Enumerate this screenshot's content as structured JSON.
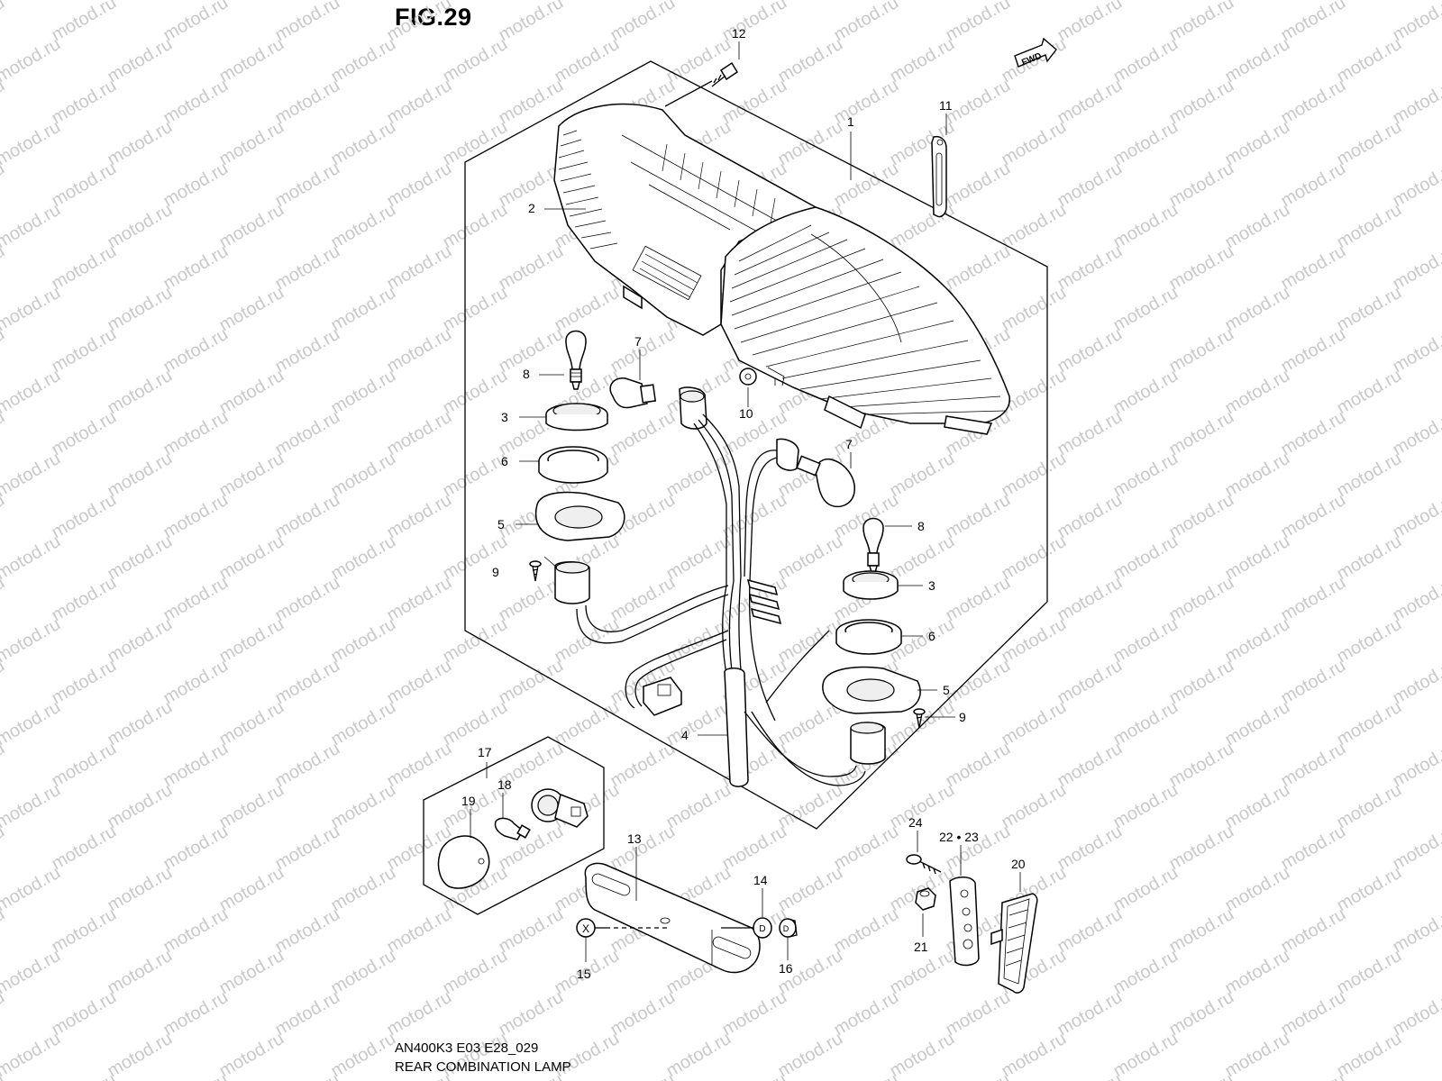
{
  "figure": {
    "title": "FIG.29",
    "model_code": "AN400K3 E03 E28_029",
    "assembly_name": "REAR COMBINATION LAMP"
  },
  "direction_badge": "FWD",
  "watermark": "motod.ru",
  "callouts": {
    "c1": "1",
    "c2": "2",
    "c3a": "3",
    "c3b": "3",
    "c4": "4",
    "c5a": "5",
    "c5b": "5",
    "c6a": "6",
    "c6b": "6",
    "c7a": "7",
    "c7b": "7",
    "c8a": "8",
    "c8b": "8",
    "c9a": "9",
    "c9b": "9",
    "c10": "10",
    "c11": "11",
    "c12": "12",
    "c13": "13",
    "c14": "14",
    "c15": "15",
    "c16": "16",
    "c17": "17",
    "c18": "18",
    "c19": "19",
    "c20": "20",
    "c21": "21",
    "c2223": "22 • 23",
    "c24": "24"
  },
  "stamp_letters": {
    "x_washer": "X",
    "d_washer": "D",
    "d_nut": "D"
  }
}
